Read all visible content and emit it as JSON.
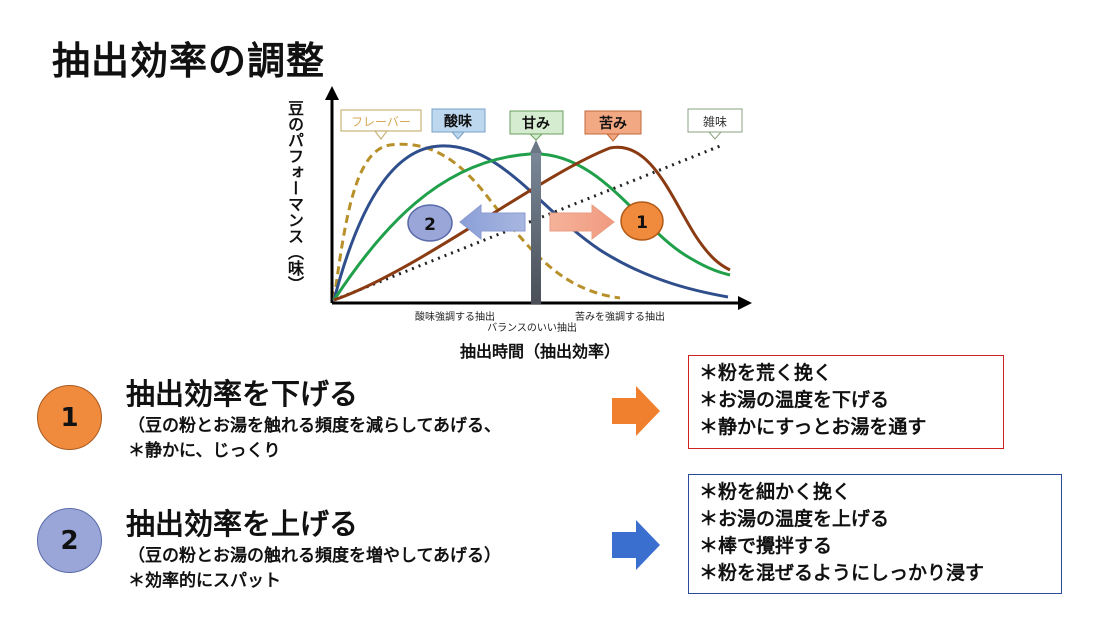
{
  "title": "抽出効率の調整",
  "chart": {
    "y_axis_label": "豆のパフォーマンス（味）",
    "x_axis_label": "抽出時間（抽出効率）",
    "legend": {
      "flavor": "フレーバー",
      "acidity": "酸味",
      "sweetness": "甘み",
      "bitterness": "苦み",
      "off_flavor": "雑味"
    },
    "annotations": {
      "acid": "酸味強調する抽出",
      "balance": "バランスのいい抽出",
      "bitter": "苦みを強調する抽出"
    },
    "markers": {
      "one": "1",
      "two": "2"
    },
    "colors": {
      "flavor": "#b8902a",
      "acidity": "#2f4e8c",
      "sweetness": "#20a04a",
      "bitterness": "#8a3b12",
      "off_flavor": "#222222",
      "orange": "#f08a3c",
      "lavender": "#9aa6d8"
    }
  },
  "section1": {
    "badge": "1",
    "title": "抽出効率を下げる",
    "line1": "（豆の粉とお湯を触れる頻度を減らしてあげる、",
    "line2": "＊静かに、じっくり",
    "items": [
      "＊粉を荒く挽く",
      "＊お湯の温度を下げる",
      "＊静かにすっとお湯を通す"
    ],
    "arrow_color": "#f07f2e",
    "border_color": "#cc2222"
  },
  "section2": {
    "badge": "2",
    "title": "抽出効率を上げる",
    "line1": "（豆の粉とお湯の触れる頻度を増やしてあげる）",
    "line2": "＊効率的にスパット",
    "items": [
      "＊粉を細かく挽く",
      "＊お湯の温度を上げる",
      "＊棒で攪拌する",
      "＊粉を混ぜるようにしっかり浸す"
    ],
    "arrow_color": "#3a6fd0",
    "border_color": "#2a4a9a"
  }
}
